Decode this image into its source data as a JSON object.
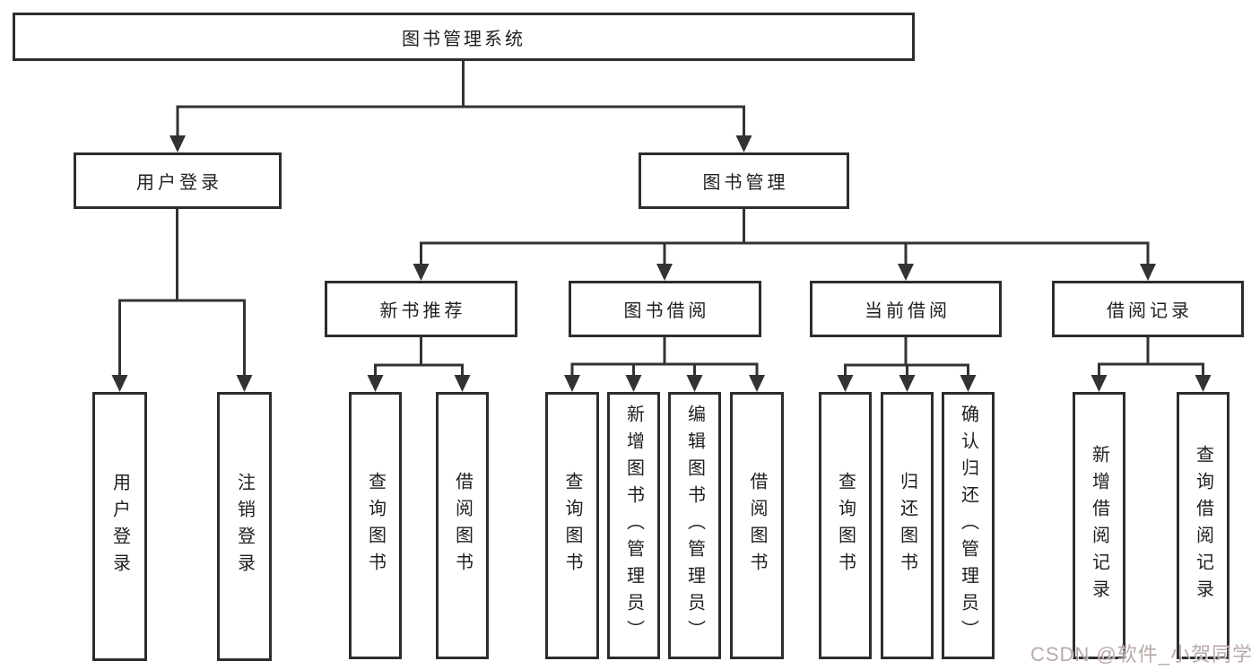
{
  "diagram": {
    "root": "图书管理系统",
    "branches": [
      {
        "label": "用户登录",
        "children": [
          "用户登录",
          "注销登录"
        ]
      },
      {
        "label": "图书管理",
        "children": [
          {
            "label": "新书推荐",
            "children": [
              "查询图书",
              "借阅图书"
            ]
          },
          {
            "label": "图书借阅",
            "children": [
              "查询图书",
              "新增图书（管理员）",
              "编辑图书（管理员）",
              "借阅图书"
            ]
          },
          {
            "label": "当前借阅",
            "children": [
              "查询图书",
              "归还图书",
              "确认归还（管理员）"
            ]
          },
          {
            "label": "借阅记录",
            "children": [
              "新增借阅记录",
              "查询借阅记录"
            ]
          }
        ]
      }
    ]
  },
  "colors": {
    "line": "#333333",
    "box_border": "#2d2d2d",
    "box_fill": "#ffffff",
    "text": "#1f1f1f",
    "watermark": "#b3a0a0"
  },
  "watermark": {
    "text": "CSDN @软件_小贺同学"
  }
}
